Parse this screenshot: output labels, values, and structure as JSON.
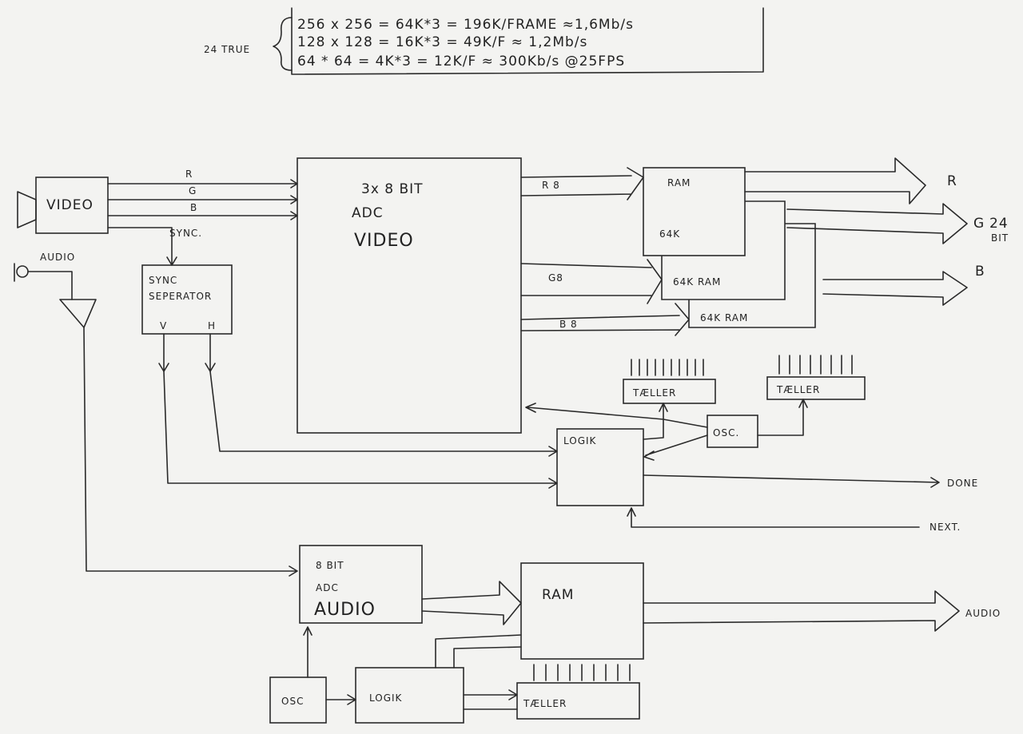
{
  "header": {
    "mode_label": "24 TRUE",
    "formulas": [
      "256 x 256 = 64K*3 = 196K/FRAME ≈1,6Mb/s",
      "128 x 128 = 16K*3 = 49K/F  ≈ 1,2Mb/s",
      "64 * 64 = 4K*3 = 12K/F  ≈ 300Kb/s @25FPS"
    ]
  },
  "video": {
    "source_label": "VIDEO",
    "signal_labels": {
      "r": "R",
      "g": "G",
      "b": "B",
      "sync": "SYNC."
    },
    "sync_separator": {
      "line1": "SYNC",
      "line2": "SEPERATOR",
      "v": "V",
      "h": "H"
    },
    "adc": {
      "line1": "3x 8 BIT",
      "line2": "ADC",
      "line3": "VIDEO"
    },
    "bus_labels": {
      "r": "R 8",
      "g": "G8",
      "b": "B 8"
    },
    "ram1": {
      "line1": "RAM",
      "line2": "64K"
    },
    "ram2": "64K RAM",
    "ram3": "64K RAM",
    "outputs": {
      "r": "R",
      "g": "G",
      "bits": "24",
      "bit": "BIT",
      "b": "B"
    },
    "counter1": "TÆLLER",
    "counter2": "TÆLLER",
    "osc": "OSC.",
    "logic": "LOGIK",
    "done": "DONE",
    "next": "NEXT."
  },
  "audio": {
    "input_label": "AUDIO",
    "adc": {
      "line1": "8 BIT",
      "line2": "ADC",
      "line3": "AUDIO"
    },
    "ram": "RAM",
    "output": "AUDIO",
    "osc": "OSC",
    "logic": "LOGIK",
    "counter": "TÆLLER"
  }
}
